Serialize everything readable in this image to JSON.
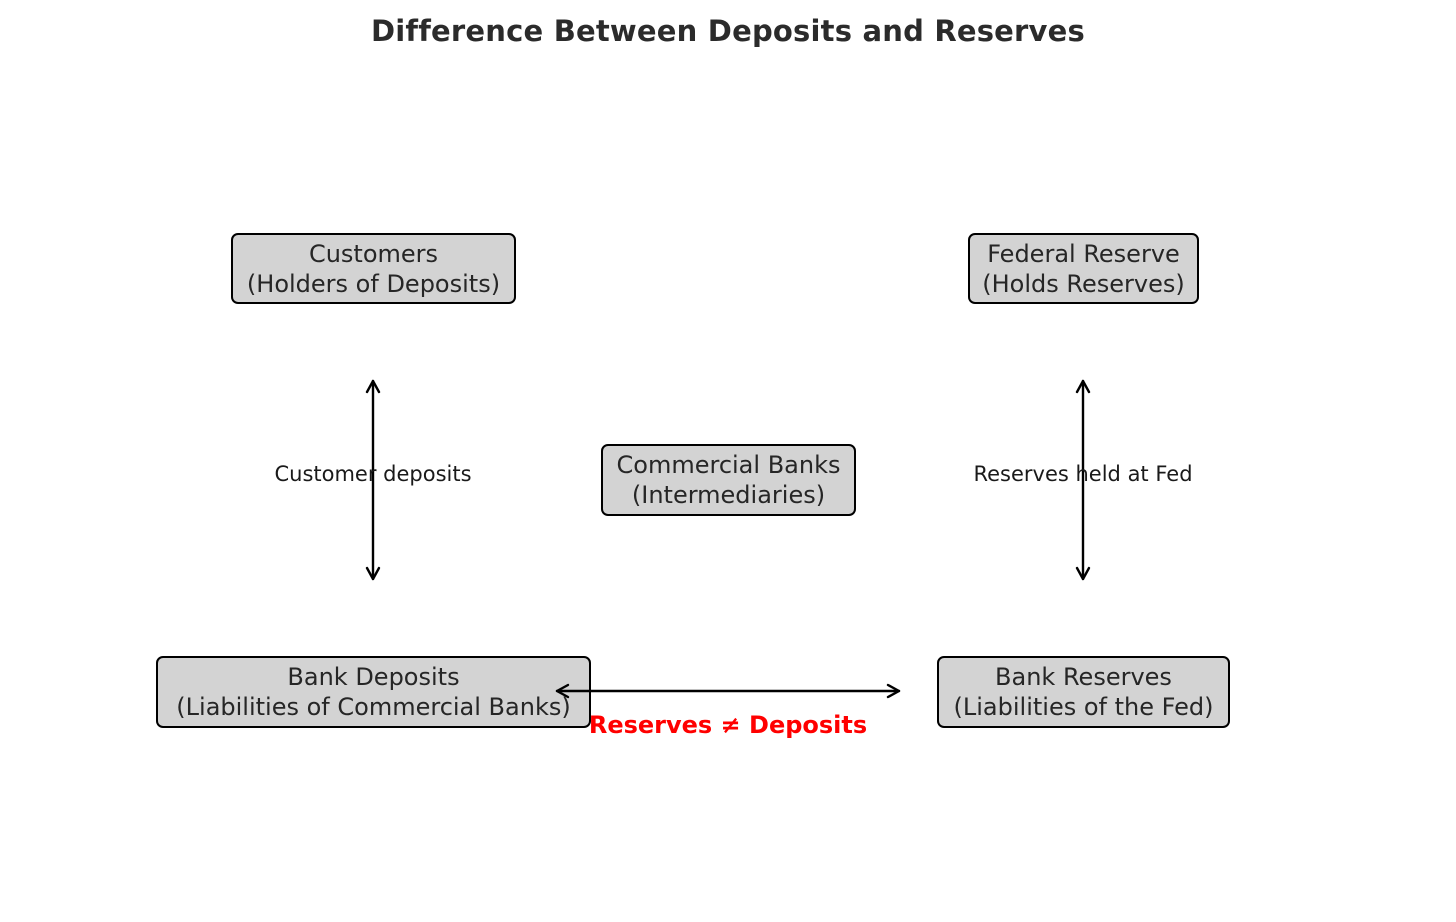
{
  "title": "Difference Between Deposits and Reserves",
  "nodes": {
    "customers": {
      "line1": "Customers",
      "line2": "(Holders of Deposits)"
    },
    "fed": {
      "line1": "Federal Reserve",
      "line2": "(Holds Reserves)"
    },
    "banks": {
      "line1": "Commercial Banks",
      "line2": "(Intermediaries)"
    },
    "deposits": {
      "line1": "Bank Deposits",
      "line2": "(Liabilities of Commercial Banks)"
    },
    "reserves": {
      "line1": "Bank Reserves",
      "line2": "(Liabilities of the Fed)"
    }
  },
  "edges": {
    "customer_deposits": "Customer deposits",
    "reserves_held": "Reserves held at Fed",
    "inequality": "Reserves ≠ Deposits"
  },
  "colors": {
    "node_fill": "#d3d3d3",
    "node_border": "#000000",
    "arrow": "#000000",
    "inequality_text": "#ff0000"
  }
}
